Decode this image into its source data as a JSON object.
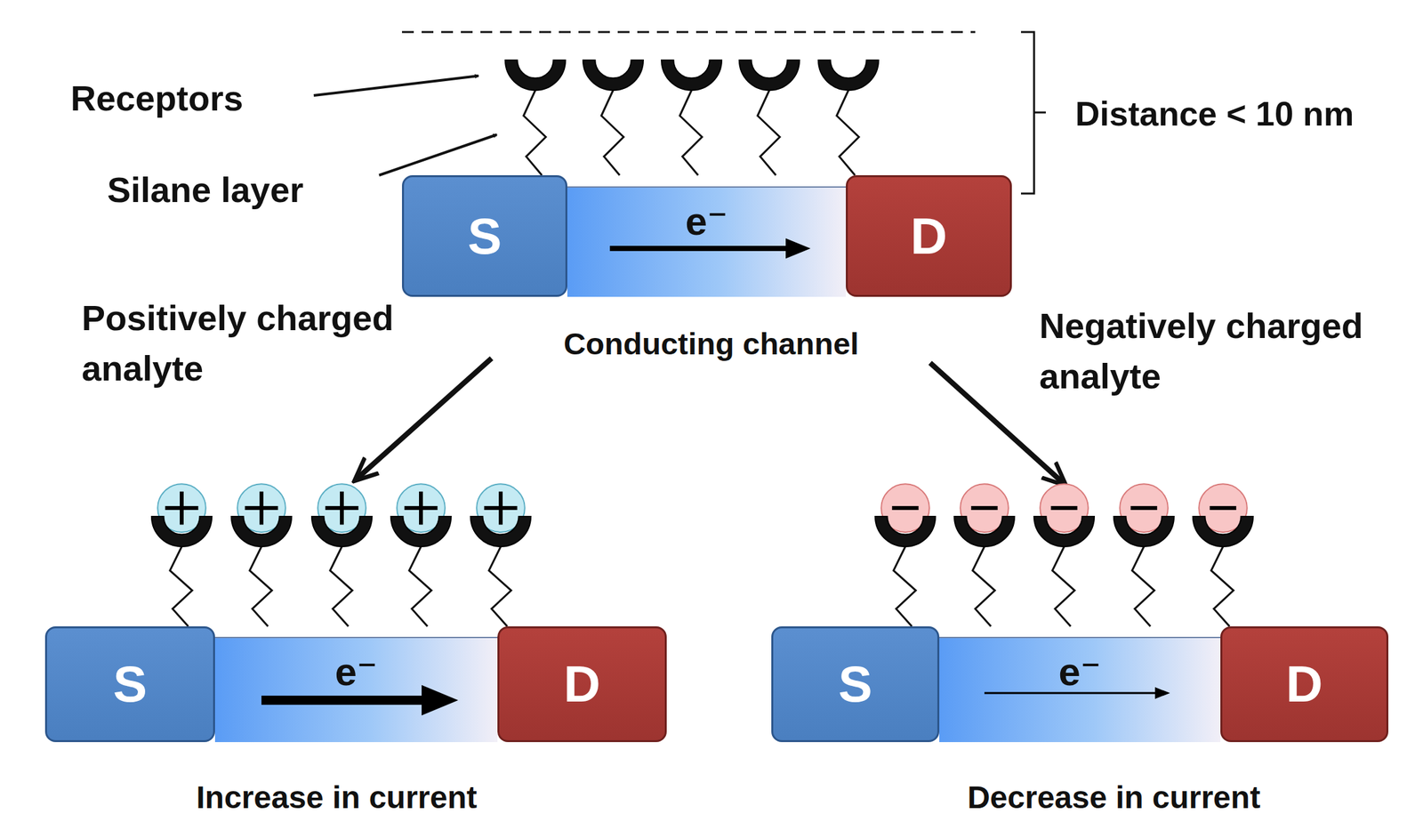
{
  "diagram": {
    "nodes": [
      {
        "text": [
          "S"
        ]
      },
      {
        "text": [
          "e⁻"
        ]
      },
      {
        "text": [
          "D"
        ]
      },
      {
        "text": [
          "S"
        ]
      },
      {
        "text": [
          "e⁻"
        ]
      },
      {
        "text": [
          "D"
        ]
      },
      {
        "text": [
          "S"
        ]
      },
      {
        "text": [
          "e⁻"
        ]
      },
      {
        "text": [
          "D"
        ]
      }
    ],
    "labels": [
      "Receptors",
      "Silane layer",
      "Distance < 10 nm",
      "Positively charged analyte",
      "Conducting channel",
      "Negatively charged analyte",
      "Increase in current",
      "Decrease in current"
    ]
  }
}
